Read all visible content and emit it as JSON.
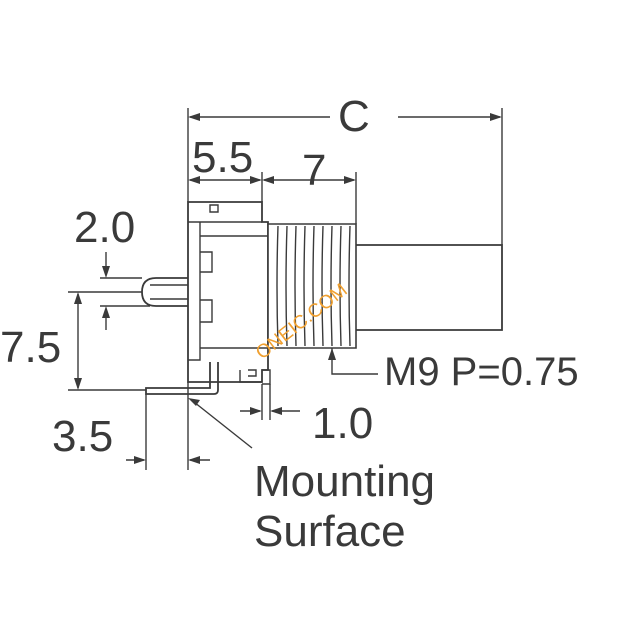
{
  "dimensions": {
    "overall_length": "C",
    "body_depth": "5.5",
    "thread_length": "7",
    "pin_height": "2.0",
    "pin_offset": "7.5",
    "terminal_offset": "3.5",
    "flange_thickness": "1.0",
    "thread_spec": "M9 P=0.75"
  },
  "labels": {
    "mounting_line1": "Mounting",
    "mounting_line2": "Surface"
  },
  "watermark": "ONEIC.COM",
  "colors": {
    "line": "#3a3a3a",
    "watermark": "#f0a030"
  }
}
